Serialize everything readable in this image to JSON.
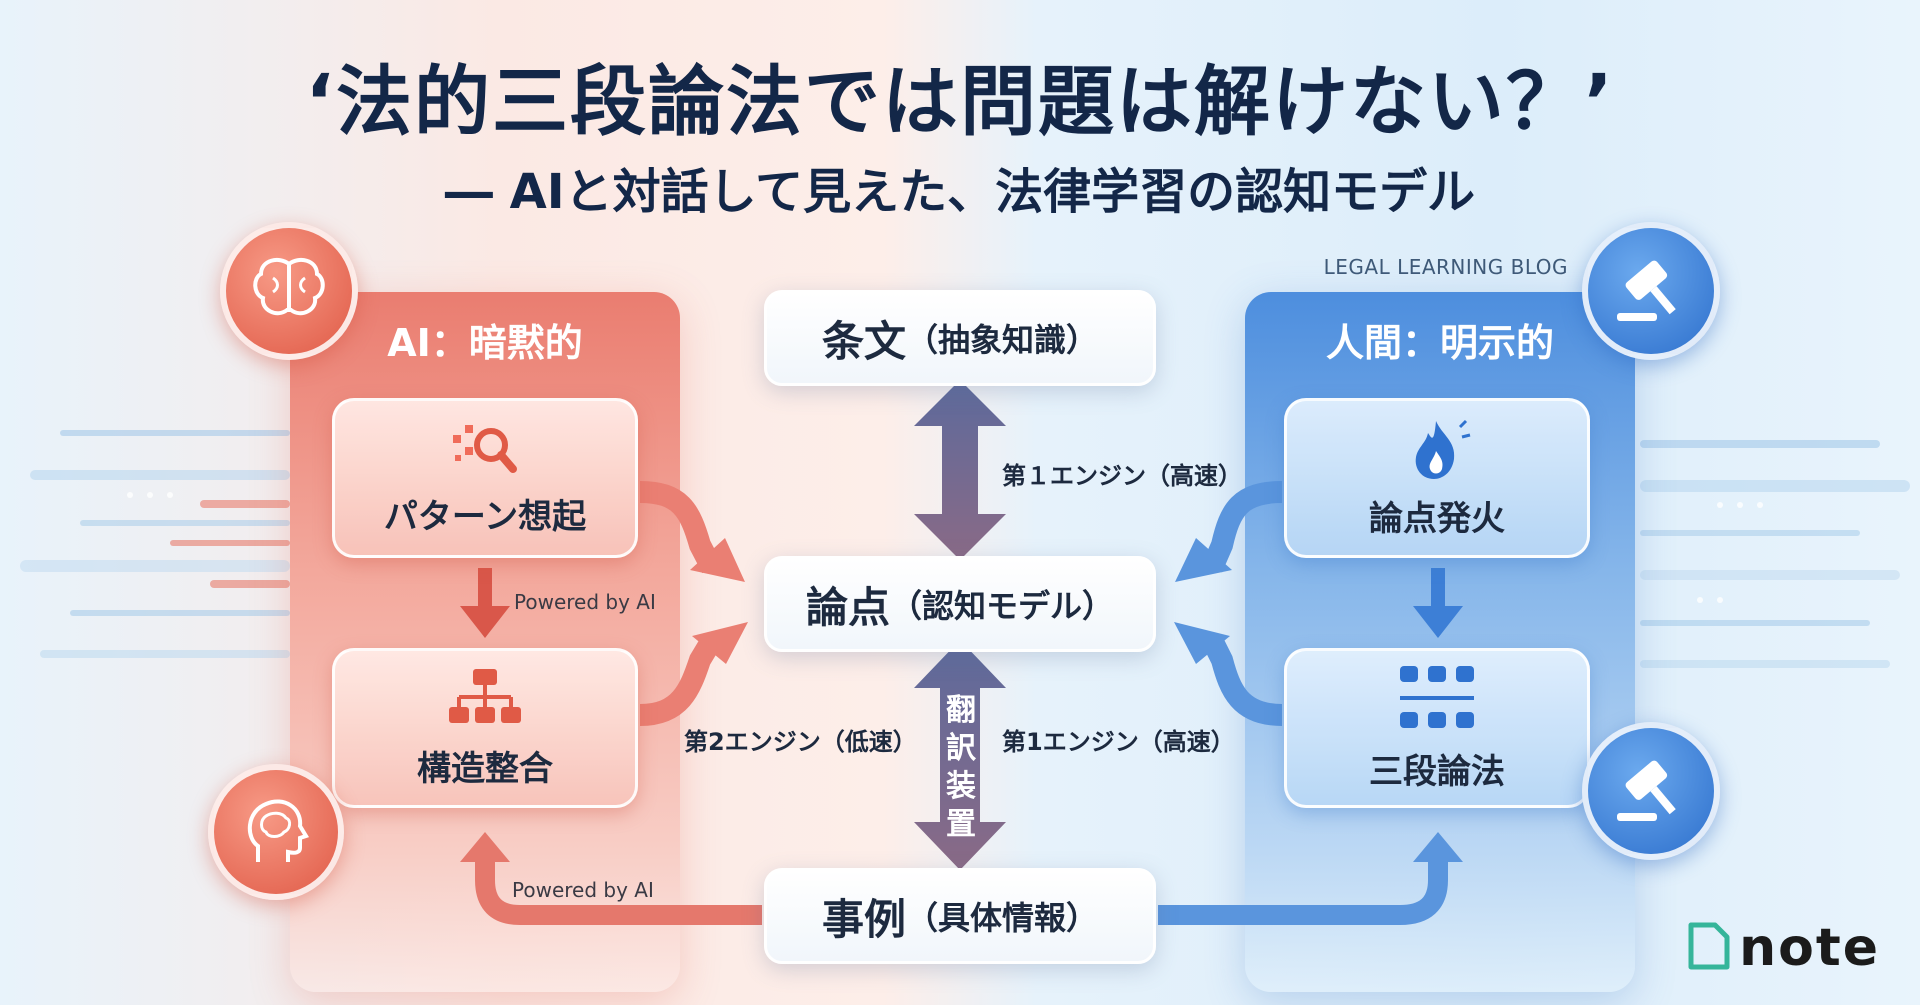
{
  "header": {
    "title": "‘法的三段論法では問題は解けない？’",
    "subtitle": "― AIと対話して見えた、法律学習の認知モデル",
    "blog_label": "LEGAL LEARNING BLOG"
  },
  "ai_panel": {
    "title": "AI：暗黙的",
    "cards": [
      {
        "label": "パターン想起",
        "icon": "search-icon"
      },
      {
        "label": "構造整合",
        "icon": "hierarchy-icon"
      }
    ],
    "powered_by_1": "Powered by AI",
    "powered_by_2": "Powered by AI",
    "icons": [
      "brain-icon",
      "head-brain-icon"
    ]
  },
  "human_panel": {
    "title": "人間：明示的",
    "cards": [
      {
        "label": "論点発火",
        "icon": "fire-icon"
      },
      {
        "label": "三段論法",
        "icon": "grid-flow-icon"
      }
    ],
    "icons": [
      "gavel-icon",
      "gavel-icon"
    ]
  },
  "center": {
    "statute": {
      "main": "条文",
      "paren": "（抽象知識）"
    },
    "issue": {
      "main": "論点",
      "paren": "（認知モデル）"
    },
    "case": {
      "main": "事例",
      "paren": "（具体情報）"
    },
    "engine_top": "第１エンジン（高速）",
    "engine_left": "第2エンジン（低速）",
    "engine_right": "第1エンジン（高速）",
    "translation_device": "翻訳装置"
  },
  "logo": {
    "text": "note",
    "icon": "note-logo-icon"
  },
  "colors": {
    "red_accent": "#e05a46",
    "blue_accent": "#2d6fcc",
    "title_navy": "#132748",
    "arrow_purple": "#6c6a8e"
  }
}
